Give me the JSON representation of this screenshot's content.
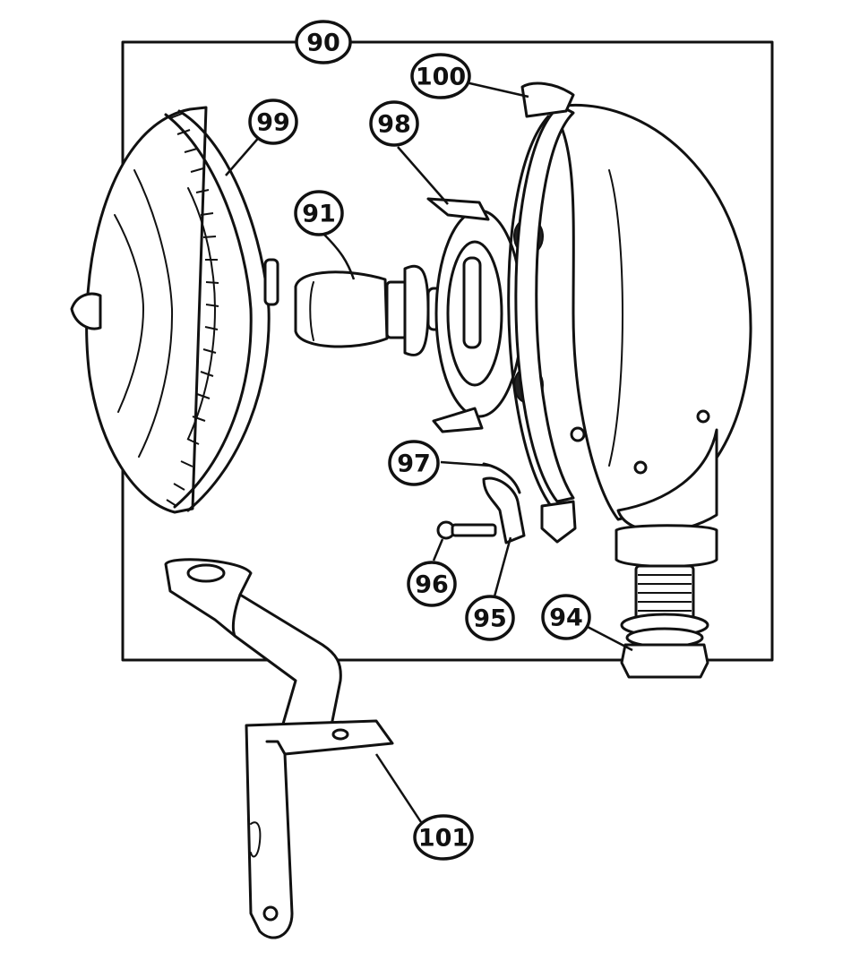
{
  "callouts": {
    "c90": "90",
    "c99": "99",
    "c91": "91",
    "c98": "98",
    "c100": "100",
    "c97": "97",
    "c96": "96",
    "c95": "95",
    "c94": "94",
    "c101": "101"
  },
  "colors": {
    "ink": "#111111",
    "paper": "#ffffff"
  }
}
